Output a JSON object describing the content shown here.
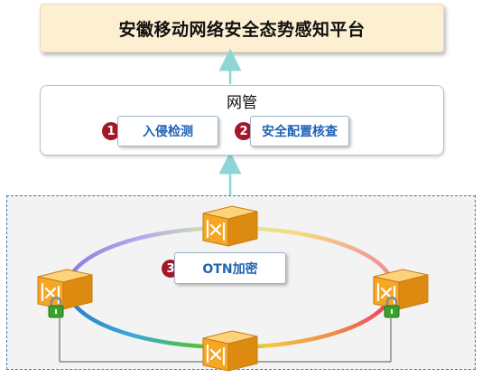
{
  "platform": {
    "title": "安徽移动网络安全态势感知平台"
  },
  "nms": {
    "title": "网管",
    "features": [
      {
        "number": "1",
        "label": "入侵检测"
      },
      {
        "number": "2",
        "label": "安全配置核查"
      }
    ]
  },
  "network": {
    "encryption": {
      "number": "3",
      "label": "OTN加密"
    }
  },
  "colors": {
    "platform_fill": "#fdf0d2",
    "badge": "#a3192a",
    "feature_text": "#1f63b5",
    "arrow": "#8ed6d6",
    "region_border": "#3f78b4",
    "node_orange": "#f5a623",
    "lock_green": "#3aa12f"
  },
  "icons": {
    "node": "otn-node-cube-icon",
    "lock": "padlock-icon"
  }
}
